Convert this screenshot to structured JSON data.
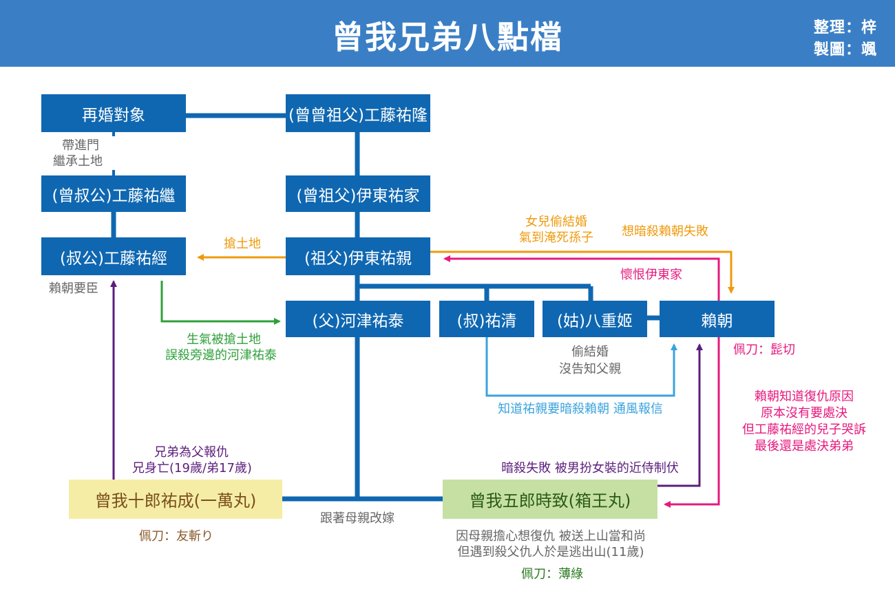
{
  "header": {
    "title": "曾我兄弟八點檔",
    "credit_organizer": "整理：梓",
    "credit_illustrator": "製圖：颯"
  },
  "nodes": {
    "remarriage": "再婚對象",
    "great_grandfather": "(曾曾祖父)工藤祐隆",
    "great_uncle": "(曾叔公)工藤祐繼",
    "grandfather_great": "(曾祖父)伊東祐家",
    "uncle_grandpa": "(叔公)工藤祐經",
    "grandfather": "(祖父)伊東祐親",
    "father": "(父)河津祐泰",
    "uncle": "(叔)祐清",
    "aunt": "(姑)八重姬",
    "yoritomo": "賴朝",
    "juro": "曾我十郎祐成(一萬丸)",
    "goro": "曾我五郎時致(箱王丸)"
  },
  "labels": {
    "brought_in": "帶進門",
    "inherit_land": "繼承土地",
    "seize_land": "搶土地",
    "yoritomo_retainer": "賴朝要臣",
    "angry_seized": "生氣被搶土地",
    "mistaken_kill": "誤殺旁邊的河津祐泰",
    "daughter_secret": "女兒偷結婚",
    "drowned_grandson": "氣到淹死孫子",
    "failed_assassinate": "想暗殺賴朝失敗",
    "grudge_ito": "懷恨伊東家",
    "secret_marriage": "偷結婚",
    "no_tell_father": "沒告知父親",
    "sword_yoritomo": "佩刀：髭切",
    "tipoff": "知道祐親要暗殺賴朝 通風報信",
    "yoritomo_knew": "賴朝知道復仇原因",
    "no_intent_punish": "原本沒有要處決",
    "kudo_son_cried": "但工藤祐經的兒子哭訴",
    "punished_brother": "最後還是處決弟弟",
    "brothers_avenge": "兄弟為父報仇",
    "elder_died": "兄身亡(19歲/弟17歲)",
    "failed_caught": "暗殺失敗 被男扮女裝的近侍制伏",
    "mother_remarry": "跟著母親改嫁",
    "sword_juro": "佩刀：友斬り",
    "goro_story1": "因母親擔心想復仇 被送上山當和尚",
    "goro_story2": "但遇到殺父仇人於是逃出山(11歲)",
    "sword_goro": "佩刀：薄綠"
  },
  "colors": {
    "header": "#3a7fc6",
    "box": "#0f67b1",
    "orange": "#ef9a0c",
    "green": "#2fa03a",
    "pink": "#e6197d",
    "purple": "#5b1d7c",
    "light_blue": "#3aa3dc",
    "yellow_box": "#f5eda6",
    "green_box": "#c6e0a4"
  }
}
